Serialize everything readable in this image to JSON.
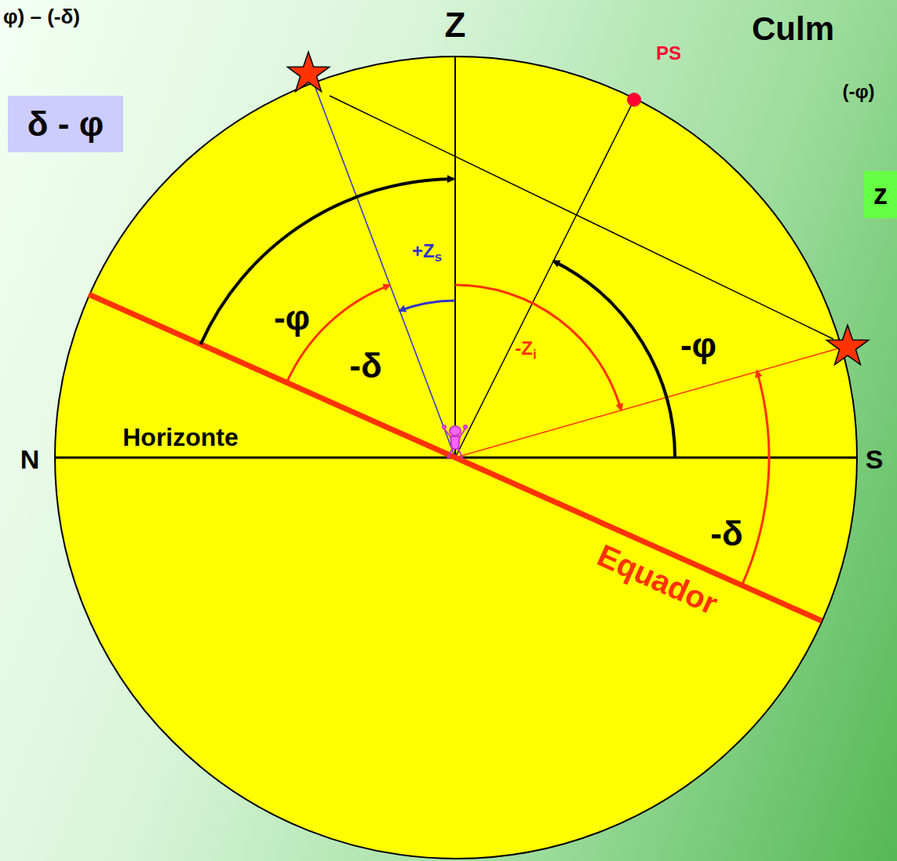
{
  "diagram": {
    "nodes": [
      {
        "text": [
          "δ - φ"
        ]
      },
      {
        "text": [
          "z"
        ]
      }
    ],
    "labels": [
      "φ) – (-δ)",
      "Z",
      "PS",
      "Culm",
      "(-φ)",
      "-φ",
      "+Zs",
      "-δ",
      "-Zi",
      "-φ",
      "N",
      "Horizonte",
      "S",
      "-δ",
      "Equador"
    ]
  }
}
